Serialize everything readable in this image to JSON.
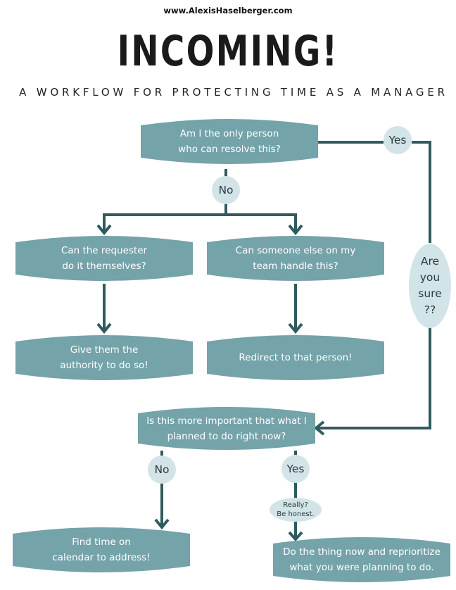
{
  "header": {
    "site": "www.AlexisHaselberger.com",
    "title": "INCOMING!",
    "subtitle": "A WORKFLOW FOR PROTECTING TIME AS A MANAGER"
  },
  "nodes": {
    "only_person": "Am I the only person\nwho can resolve this?",
    "requester": "Can the requester\ndo it themselves?",
    "someone_else": "Can someone else on my\nteam handle this?",
    "give_authority": "Give them the\nauthority to do so!",
    "redirect": "Redirect to that person!",
    "more_important": "Is this more important that what I\nplanned to do right now?",
    "find_time": "Find time on\ncalendar to address!",
    "do_thing": "Do the thing now and reprioritize\nwhat you were planning to do."
  },
  "labels": {
    "yes_top": "Yes",
    "no_top": "No",
    "are_you_sure": "Are\nyou\nsure\n??",
    "no_bottom": "No",
    "yes_bottom": "Yes",
    "really": "Really?\nBe honest."
  },
  "colors": {
    "node": "#74a3aa",
    "badge": "#d3e4e8",
    "line": "#2f5b5f"
  }
}
